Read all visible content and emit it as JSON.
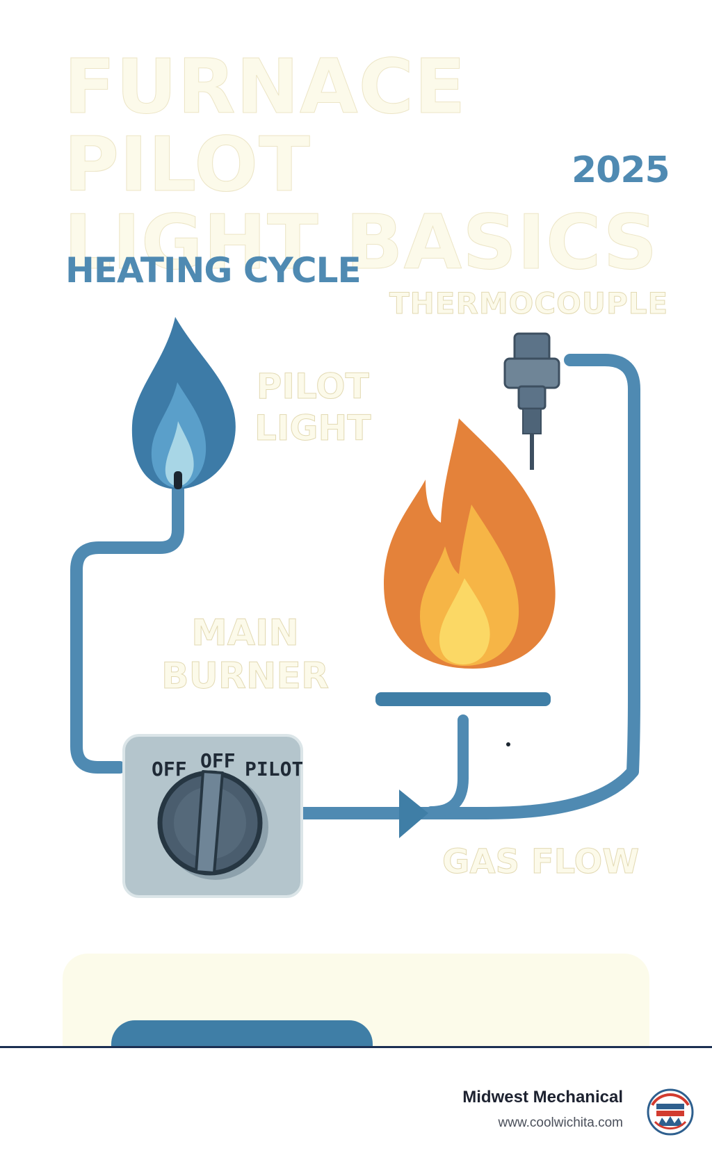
{
  "header": {
    "title_line1": "FURNACE PILOT",
    "title_line2": "LIGHT BASICS",
    "year": "2025"
  },
  "section_title": "HEATING CYCLE",
  "labels": {
    "thermocouple": "THERMOCOUPLE",
    "pilot_line1": "PILOT",
    "pilot_line2": "LIGHT",
    "burner_line1": "MAIN",
    "burner_line2": "BURNER",
    "gas_flow": "GAS FLOW"
  },
  "gas_valve": {
    "positions": [
      "OFF",
      "OFF",
      "PILOT"
    ]
  },
  "footer": {
    "brand": "Midwest Mechanical",
    "url": "www.coolwichita.com"
  },
  "colors": {
    "accent_blue": "#4f8ab2",
    "pipe_blue": "#3f7ea6",
    "flame_orange": "#e4823a",
    "cream": "#fcfaea",
    "footer_rule": "#1b2f52"
  }
}
